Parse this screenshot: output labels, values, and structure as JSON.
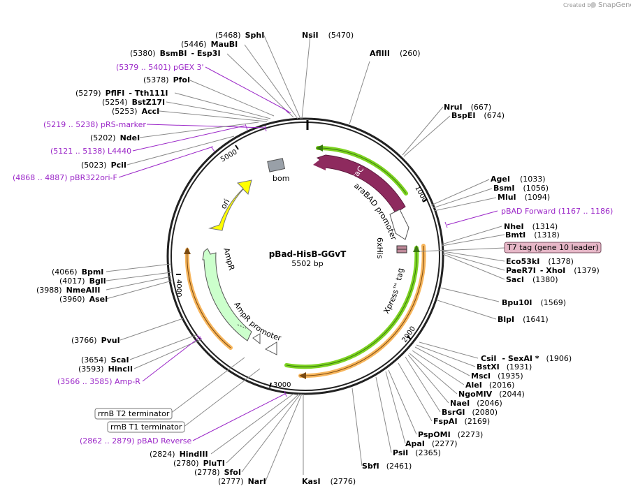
{
  "credit": {
    "prefix": "Created by",
    "brand": "SnapGene"
  },
  "map": {
    "name": "pBad-HisB-GGvT",
    "length_label": "5502 bp"
  },
  "ticks": [
    "1000",
    "2000",
    "3000",
    "4000",
    "5000"
  ],
  "features": {
    "araC": "araC",
    "araBAD": "araBAD promoter",
    "his": "6xHis",
    "xpress": "Xpress™ tag",
    "bom": "bom",
    "ori": "ori",
    "ampr": "AmpR",
    "ampr_prom": "AmpR promoter"
  },
  "callouts": {
    "t7": "T7 tag (gene 10 leader)",
    "rrnb_t2": "rrnB T2 terminator",
    "rrnb_t1": "rrnB T1 terminator"
  },
  "labels": {
    "sphI": {
      "pos": "(5468)",
      "name": "SphI"
    },
    "nsiI": {
      "name": "NsiI",
      "pos": "(5470)"
    },
    "mauBI": {
      "pos": "(5446)",
      "name": "MauBI"
    },
    "bsmBI": {
      "pos": "(5380)",
      "name": "BsmBI",
      "extra": "- Esp3I"
    },
    "aflIII": {
      "name": "AflIII",
      "pos": "(260)"
    },
    "pgex3": {
      "text": "(5379 .. 5401)  pGEX 3'"
    },
    "pfoI": {
      "pos": "(5378)",
      "name": "PfoI"
    },
    "pflFI": {
      "pos": "(5279)",
      "name": "PflFI",
      "extra": "- Tth111I"
    },
    "nruI": {
      "name": "NruI",
      "pos": "(667)"
    },
    "bspEI": {
      "name": "BspEI",
      "pos": "(674)"
    },
    "bstZ17I": {
      "pos": "(5254)",
      "name": "BstZ17I"
    },
    "accI": {
      "pos": "(5253)",
      "name": "AccI"
    },
    "prs": {
      "text": "(5219 .. 5238)  pRS-marker"
    },
    "ndeI": {
      "pos": "(5202)",
      "name": "NdeI"
    },
    "l4440": {
      "text": "(5121 .. 5138)  L4440"
    },
    "pciI": {
      "pos": "(5023)",
      "name": "PciI"
    },
    "pbr322": {
      "text": "(4868 .. 4887)  pBR322ori-F"
    },
    "ageI": {
      "name": "AgeI",
      "pos": "(1033)"
    },
    "bsmI": {
      "name": "BsmI",
      "pos": "(1056)"
    },
    "mluI": {
      "name": "MluI",
      "pos": "(1094)"
    },
    "pbadfwd": {
      "text": "pBAD Forward   (1167 .. 1186)"
    },
    "nheI": {
      "name": "NheI",
      "pos": "(1314)"
    },
    "bmtI": {
      "name": "BmtI",
      "pos": "(1318)"
    },
    "eco53kI": {
      "name": "Eco53kI",
      "pos": "(1378)"
    },
    "paeR7I": {
      "name": "PaeR7I",
      "extra": "- XhoI",
      "pos": "(1379)"
    },
    "sacI": {
      "name": "SacI",
      "pos": "(1380)"
    },
    "bpu10I": {
      "name": "Bpu10I",
      "pos": "(1569)"
    },
    "blpI": {
      "name": "BlpI",
      "pos": "(1641)"
    },
    "bpmI": {
      "pos": "(4066)",
      "name": "BpmI"
    },
    "bglI": {
      "pos": "(4017)",
      "name": "BglI"
    },
    "nmeAIII": {
      "pos": "(3988)",
      "name": "NmeAIII"
    },
    "aseI": {
      "pos": "(3960)",
      "name": "AseI"
    },
    "pvuI": {
      "pos": "(3766)",
      "name": "PvuI"
    },
    "scaI": {
      "pos": "(3654)",
      "name": "ScaI"
    },
    "hincII": {
      "pos": "(3593)",
      "name": "HincII"
    },
    "ampr_primer": {
      "text": "(3566 .. 3585)  Amp-R"
    },
    "csiI": {
      "name": "CsiI",
      "extra": "- SexAI *",
      "pos": "(1906)"
    },
    "bstXI": {
      "name": "BstXI",
      "pos": "(1931)"
    },
    "mscI": {
      "name": "MscI",
      "pos": "(1935)"
    },
    "aleI": {
      "name": "AleI",
      "pos": "(2016)"
    },
    "ngoMIV": {
      "name": "NgoMIV",
      "pos": "(2044)"
    },
    "naeI": {
      "name": "NaeI",
      "pos": "(2046)"
    },
    "bsrGI": {
      "name": "BsrGI",
      "pos": "(2080)"
    },
    "fspAI": {
      "name": "FspAI",
      "pos": "(2169)"
    },
    "pspOMI": {
      "name": "PspOMI",
      "pos": "(2273)"
    },
    "apaI": {
      "name": "ApaI",
      "pos": "(2277)"
    },
    "psiI": {
      "name": "PsiI",
      "pos": "(2365)"
    },
    "sbfI": {
      "name": "SbfI",
      "pos": "(2461)"
    },
    "pbadrev": {
      "text": "(2862 .. 2879)  pBAD Reverse"
    },
    "hindIII": {
      "pos": "(2824)",
      "name": "HindIII"
    },
    "pluTI": {
      "pos": "(2780)",
      "name": "PluTI"
    },
    "sfoI": {
      "pos": "(2778)",
      "name": "SfoI"
    },
    "narI": {
      "pos": "(2777)",
      "name": "NarI"
    },
    "kasI": {
      "name": "KasI",
      "pos": "(2776)"
    }
  },
  "colors": {
    "araC": "#8e2a5e",
    "ori": "#ffff00",
    "ampr": "#ccffcc",
    "bom": "#99a0a8",
    "primer": "#9b27c8",
    "green_band": "#7dd321",
    "orange_band": "#f7b55b",
    "t7_fill": "#e6b7c7"
  }
}
